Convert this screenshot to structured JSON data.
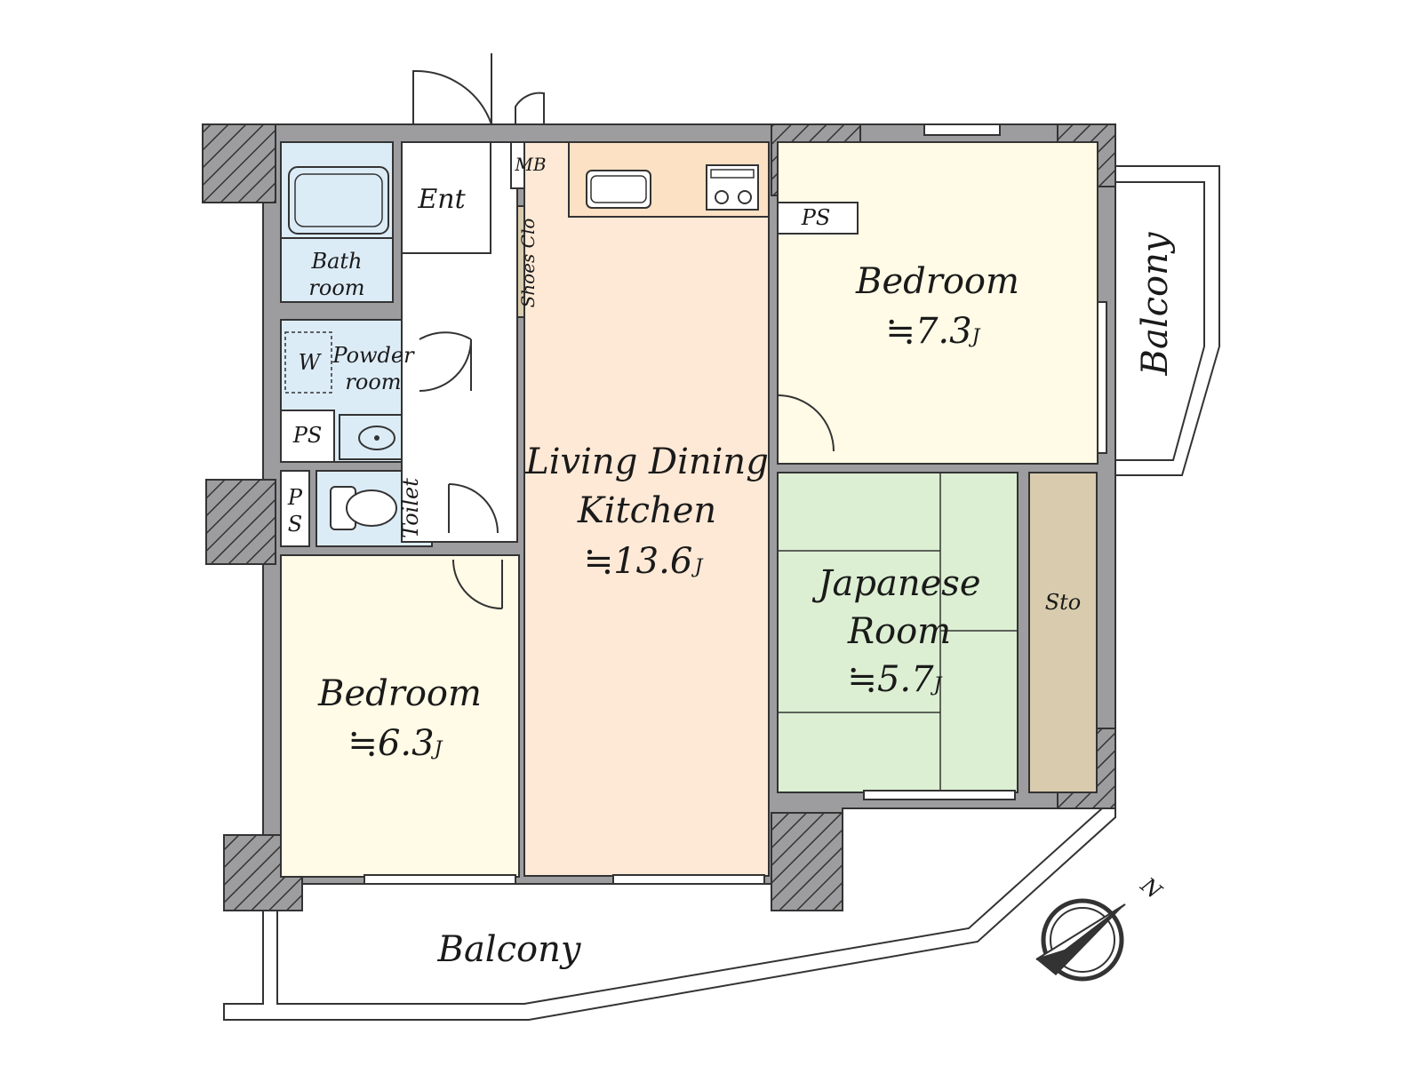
{
  "rooms": {
    "entrance": "Ent",
    "meter_box": "MB",
    "shoes_closet": "Shoes Clo",
    "bath_line1": "Bath",
    "bath_line2": "room",
    "washer": "W",
    "powder_line1": "Powder",
    "powder_line2": "room",
    "ps_left": "PS",
    "ps_left_small_1": "P",
    "ps_left_small_2": "S",
    "toilet": "Toilet",
    "ps_top": "PS",
    "ldk_line1": "Living Dining",
    "ldk_line2": "Kitchen",
    "ldk_area": "≒13.6",
    "bedroom_ne": "Bedroom",
    "bedroom_ne_area": "≒7.3",
    "japanese_line1": "Japanese",
    "japanese_line2": "Room",
    "japanese_area": "≒5.7",
    "storage": "Sto",
    "bedroom_sw": "Bedroom",
    "bedroom_sw_area": "≒6.3",
    "area_unit": "J",
    "balcony_east": "Balcony",
    "balcony_south": "Balcony",
    "compass_north": "N"
  },
  "colors": {
    "wall": "#9d9d9f",
    "bath": "#dcecf7",
    "ldk": "#fde9d6",
    "bedroom": "#fffbe6",
    "japanese": "#dcefd2",
    "storage": "#d9ccae",
    "line": "#222222"
  }
}
